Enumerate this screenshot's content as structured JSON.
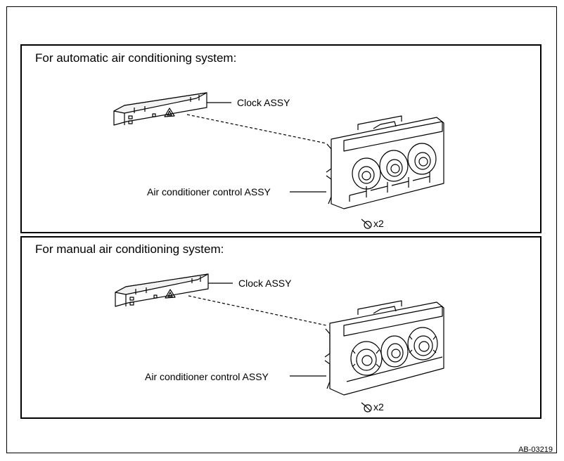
{
  "figure_id": "AB-03219",
  "panels": {
    "auto": {
      "title": "For automatic air conditioning system:",
      "clock_label": "Clock ASSY",
      "control_label": "Air conditioner control ASSY",
      "screw_label": "x2"
    },
    "manual": {
      "title": "For manual air conditioning system:",
      "clock_label": "Clock ASSY",
      "control_label": "Air conditioner control ASSY",
      "screw_label": "x2"
    }
  }
}
